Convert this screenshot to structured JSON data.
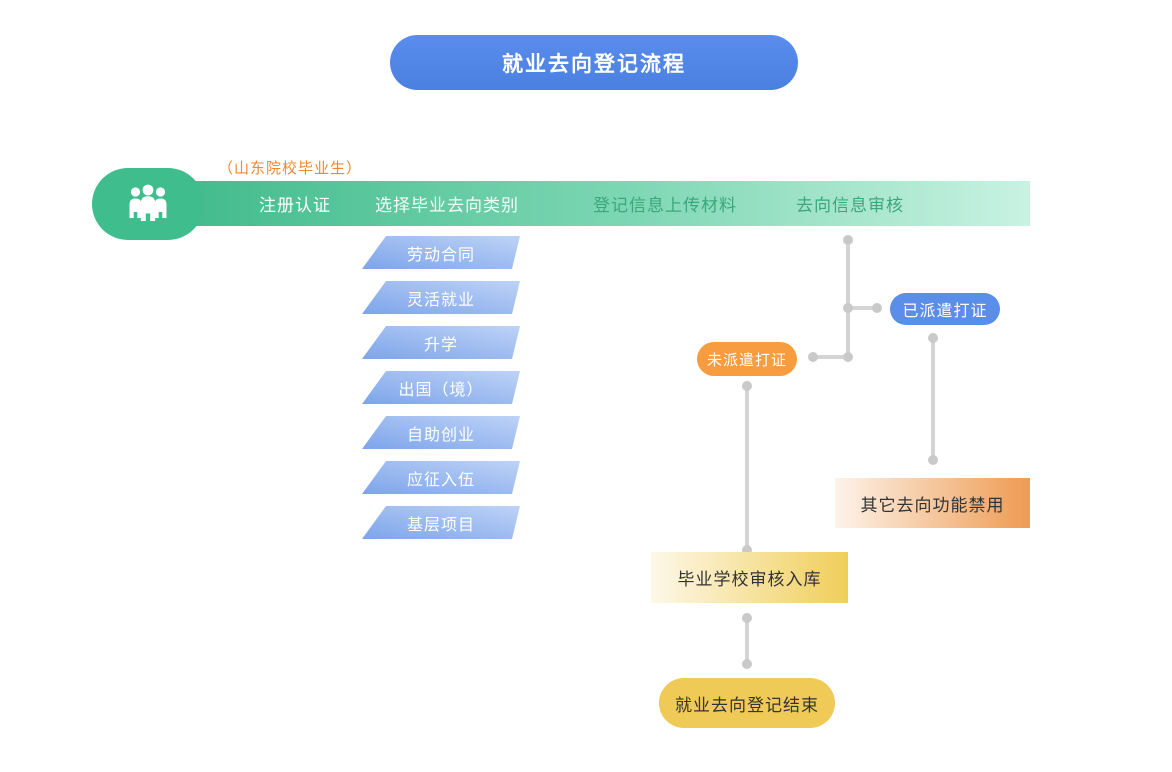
{
  "title": "就业去向登记流程",
  "actor": {
    "note": "（山东院校毕业生）",
    "icon": "people-group-icon"
  },
  "steps": [
    "注册认证",
    "选择毕业去向类别",
    "登记信息上传材料",
    "去向信息审核"
  ],
  "destination_types": [
    "劳动合同",
    "灵活就业",
    "升学",
    "出国（境）",
    "自助创业",
    "应征入伍",
    "基层项目"
  ],
  "review_nodes": {
    "not_dispatched": "未派遣打证",
    "dispatched": "已派遣打证",
    "functions_disabled": "其它去向功能禁用",
    "school_review": "毕业学校审核入库",
    "end": "就业去向登记结束"
  },
  "colors": {
    "title_blue": "#4d84e2",
    "bar_green": "#3eb98a",
    "bar_green_light": "#c9f2e2",
    "capsule_green": "#3fbd8d",
    "note_orange": "#f5882f",
    "item_blue_dark": "#7da4ea",
    "item_blue_light": "#bed3f7",
    "pill_orange": "#f79d3f",
    "pill_blue": "#5b8ee9",
    "box_orange": "#ee9b52",
    "box_yellow": "#f0ce5a",
    "pill_gold": "#efca57",
    "connector_gray": "#d4d4d4"
  }
}
